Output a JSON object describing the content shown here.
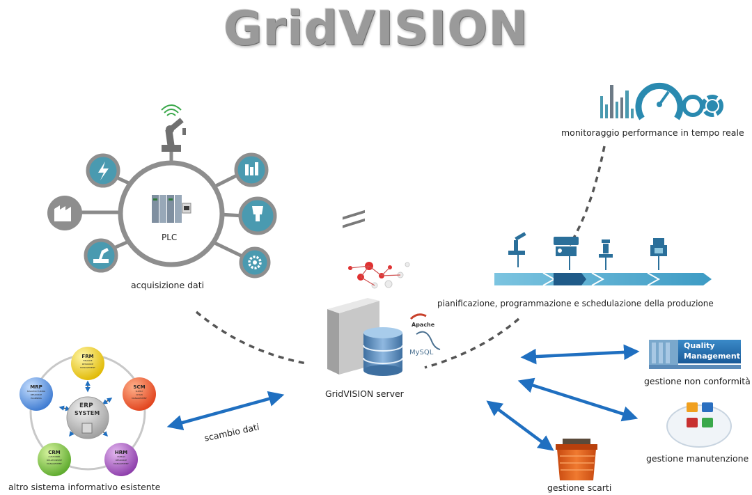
{
  "title": "GridVISION",
  "plc": {
    "label": "PLC",
    "caption": "acquisizione dati"
  },
  "monitor": {
    "caption": "monitoraggio performance in tempo reale"
  },
  "production": {
    "caption": "pianificazione, programmazione e schedulazione della produzione"
  },
  "server": {
    "caption": "GridVISION server",
    "apache_label": "Apache",
    "mysql_label": "MySQL"
  },
  "erp": {
    "caption": "altro sistema informativo esistente",
    "center_line1": "ERP",
    "center_line2": "SYSTEM",
    "modules": [
      {
        "code": "FRM",
        "line1": "FINANCE",
        "line2": "RESOURCE",
        "line3": "MANAGEMENT"
      },
      {
        "code": "SCM",
        "line1": "SUPPLY",
        "line2": "CHAIN",
        "line3": "MANAGEMENT"
      },
      {
        "code": "HRM",
        "line1": "HUMAN",
        "line2": "RESOURCE",
        "line3": "MANAGEMENT"
      },
      {
        "code": "CRM",
        "line1": "CUSTOMER",
        "line2": "RELATIONSHIP",
        "line3": "MANAGEMENT"
      },
      {
        "code": "MRP",
        "line1": "MANUFACTURING",
        "line2": "RESOURCE",
        "line3": "PLANNING"
      }
    ]
  },
  "exchange": {
    "caption": "scambio dati"
  },
  "quality": {
    "caption": "gestione non conformità",
    "logo_line1": "Quality",
    "logo_line2": "Management"
  },
  "maintenance": {
    "caption": "gestione manutenzione"
  },
  "waste": {
    "caption": "gestione scarti"
  },
  "colors": {
    "arrow": "#1f6fc0",
    "circle_stroke": "#9a9a9a",
    "icon_fill": "#4a9ab0",
    "banner": "#4aa3c8",
    "title": "#9a9a9a"
  }
}
